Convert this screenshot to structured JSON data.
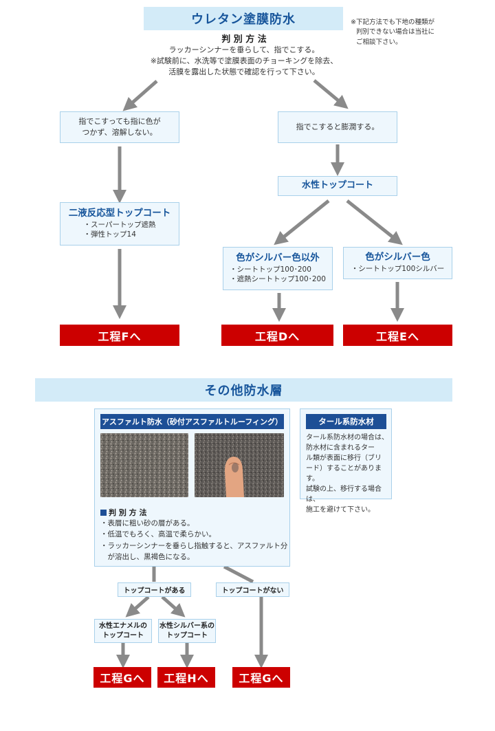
{
  "urethane": {
    "title": "ウレタン塗膜防水",
    "note_lines": [
      "※下記方法でも下地の種類が",
      "判別できない場合は当社に",
      "ご相談下さい。"
    ],
    "method_heading": "判 別 方 法",
    "method_lines": [
      "ラッカーシンナーを垂らして、指でこする。",
      "※試験前に、水洗等で塗膜表面のチョーキングを除去、",
      "活膜を露出した状態で確認を行って下さい。"
    ],
    "left_condition": [
      "指でこすっても指に色が",
      "つかず、溶解しない。"
    ],
    "right_condition": "指でこすると膨潤する。",
    "two_part": {
      "title": "二液反応型トップコート",
      "items": [
        "・スーパートップ遮熱",
        "・弾性トップ14"
      ]
    },
    "water_top": "水性トップコート",
    "non_silver": {
      "title": "色がシルバー色以外",
      "items": [
        "・シートトップ100･200",
        "・遮熱シートトップ100･200"
      ]
    },
    "silver": {
      "title": "色がシルバー色",
      "items": [
        "・シートトップ100シルバー"
      ]
    },
    "process_f": "工程Fへ",
    "process_d": "工程Dへ",
    "process_e": "工程Eへ"
  },
  "other": {
    "title": "その他防水層",
    "asphalt_title": "アスファルト防水（砂付アスファルトルーフィング）",
    "method_heading": "判 別 方 法",
    "method_items": [
      "・表層に粗い砂の層がある。",
      "・低温でもろく、高温で柔らかい。",
      "・ラッカーシンナーを垂らし指触すると、アスファルト分",
      "　が溶出し、黒褐色になる。"
    ],
    "tar_title": "タール系防水材",
    "tar_lines": [
      "タール系防水材の場合は、",
      "防水材に含まれるター",
      "ル類が表面に移行（ブリ",
      "ード）することがあります。",
      "試験の上、移行する場合は、",
      "施工を避けて下さい。"
    ],
    "topcoat_yes": "トップコートがある",
    "topcoat_no": "トップコートがない",
    "enamel": [
      "水性エナメルの",
      "トップコート"
    ],
    "silver_type": [
      "水性シルバー系の",
      "トップコート"
    ],
    "process_g1": "工程Gへ",
    "process_h": "工程Hへ",
    "process_g2": "工程Gへ"
  },
  "colors": {
    "header_bg": "#d3ebf8",
    "title_blue": "#17559b",
    "box_bg": "#eef7fd",
    "red": "#cc0000",
    "arrow_gray": "#8a8a8a",
    "bar_blue": "#1d4f96"
  }
}
